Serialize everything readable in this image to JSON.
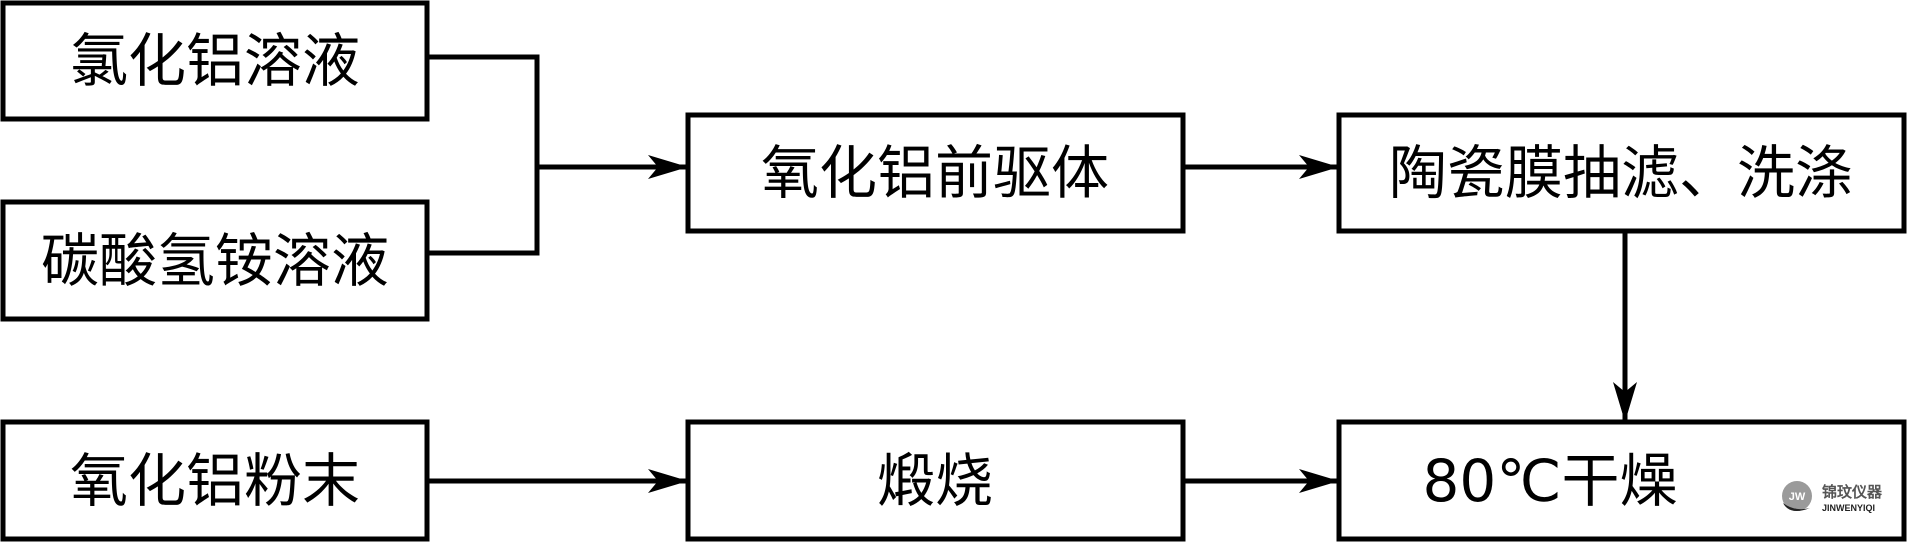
{
  "nodes": {
    "alcl3_solution": "氯化铝溶液",
    "nh4hco3_solution": "碳酸氢铵溶液",
    "alumina_precursor": "氧化铝前驱体",
    "ceramic_filter_wash": "陶瓷膜抽滤、洗涤",
    "alumina_powder": "氧化铝粉末",
    "calcination": "煅烧",
    "drying": "80℃干燥"
  },
  "watermark": {
    "logo_text": "JW",
    "cn": "锦玟仪器",
    "en": "JINWENYIQI"
  }
}
